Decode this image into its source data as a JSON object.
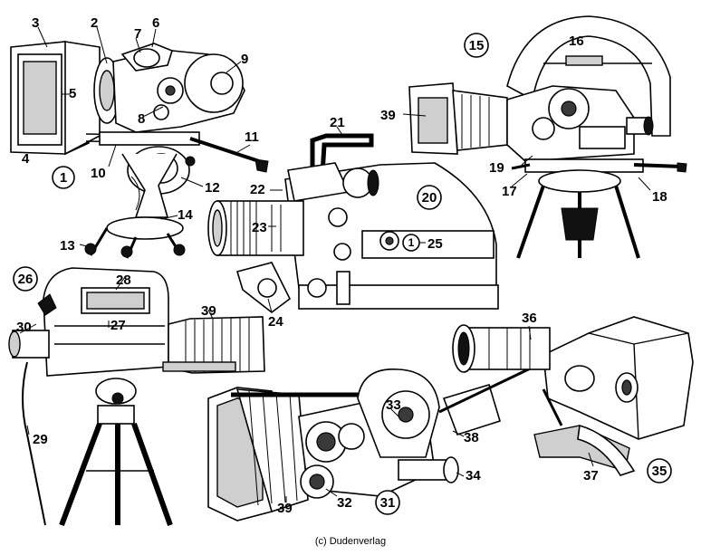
{
  "credit": "(c) Dudenverlag",
  "labels": [
    "1",
    "2",
    "3",
    "4",
    "5",
    "6",
    "7",
    "8",
    "9",
    "10",
    "11",
    "12",
    "13",
    "14",
    "15",
    "16",
    "17",
    "18",
    "19",
    "20",
    "21",
    "22",
    "23",
    "24",
    "25",
    "26",
    "27",
    "28",
    "29",
    "30",
    "31",
    "32",
    "33",
    "34",
    "35",
    "36",
    "37",
    "38",
    "39",
    "39",
    "39"
  ],
  "circled": [
    "1",
    "15",
    "20",
    "26",
    "31",
    "35"
  ],
  "badge_25": "1"
}
